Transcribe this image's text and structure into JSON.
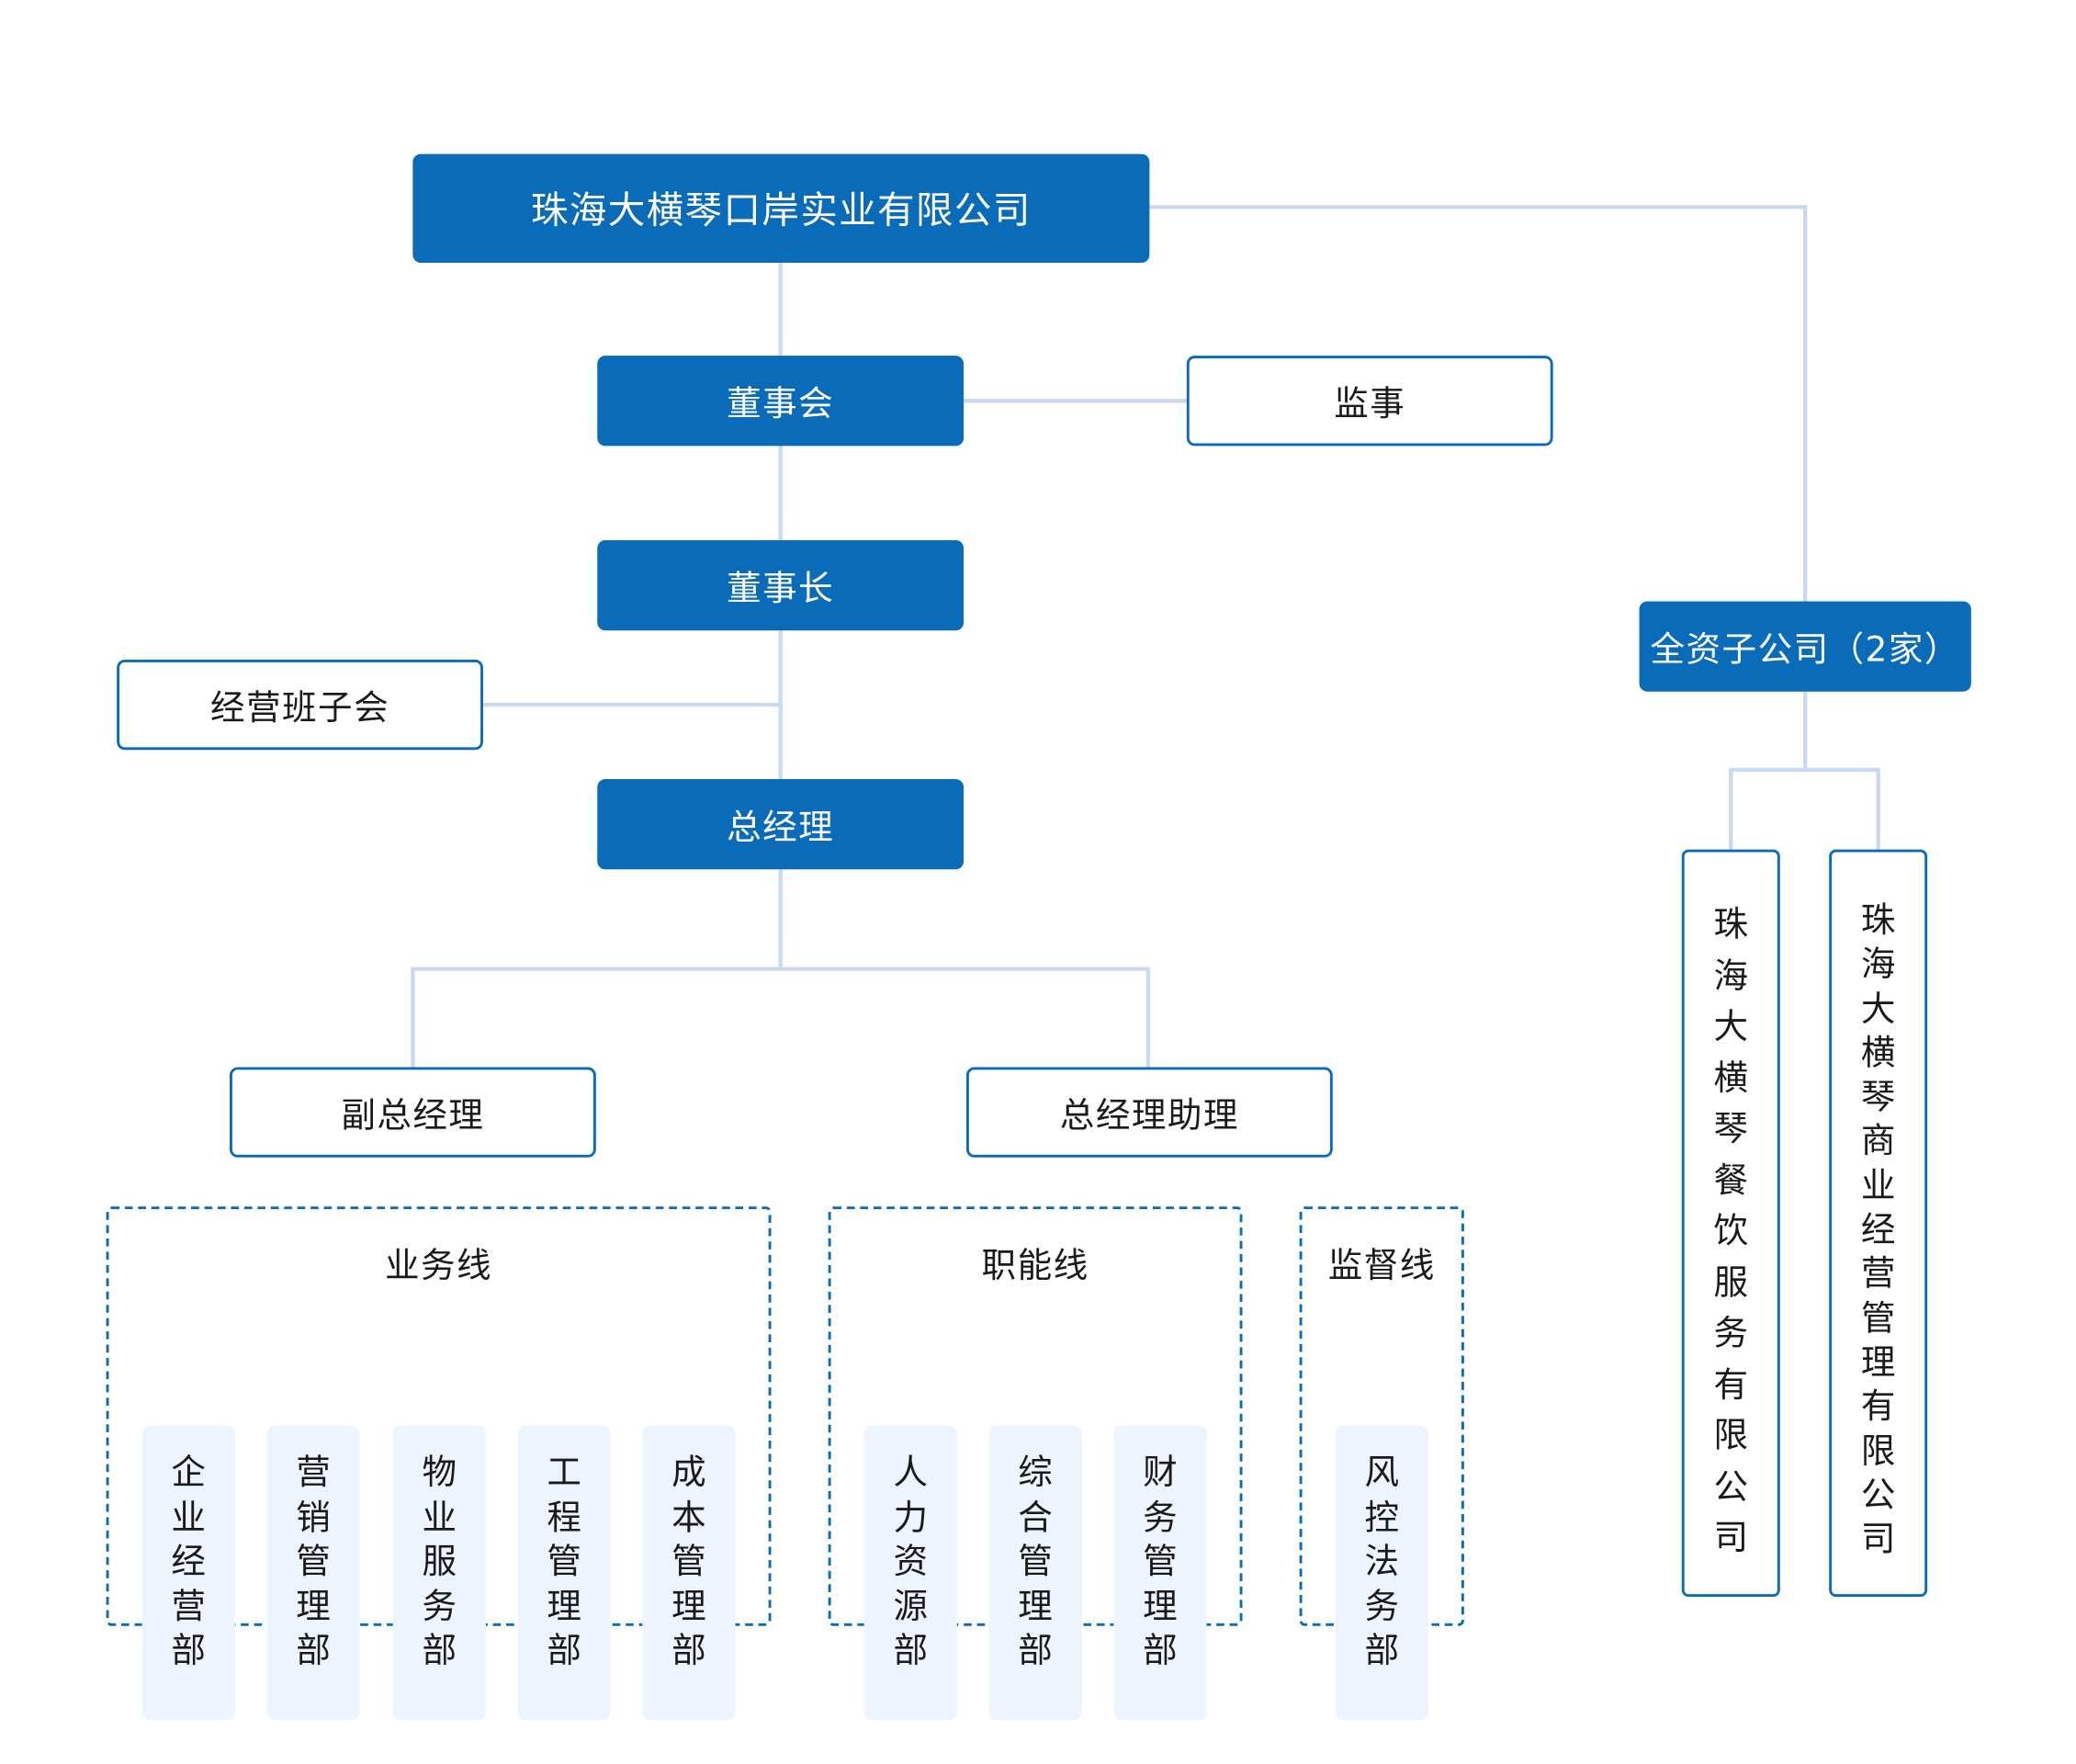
{
  "company": "珠海大横琴口岸实业有限公司",
  "board": "董事会",
  "supervisor": "监事",
  "chairman": "董事长",
  "mgmt_team": "经营班子会",
  "gm": "总经理",
  "deputy_gm": "副总经理",
  "gm_assistant": "总经理助理",
  "subsidiaries": {
    "label": "全资子公司（2家）",
    "items": [
      "珠海大横琴餐饮服务有限公司",
      "珠海大横琴商业经营管理有限公司"
    ]
  },
  "lines": {
    "business": {
      "title": "业务线",
      "depts": [
        "企业经营部",
        "营销管理部",
        "物业服务部",
        "工程管理部",
        "成本管理部"
      ]
    },
    "function": {
      "title": "职能线",
      "depts": [
        "人力资源部",
        "综合管理部",
        "财务管理部"
      ]
    },
    "supervision": {
      "title": "监督线",
      "depts": [
        "风控法务部"
      ]
    }
  },
  "colors": {
    "primary": "#0a6cb8",
    "connector": "#c9d9ef",
    "dept_bg": "#eef4fd"
  }
}
